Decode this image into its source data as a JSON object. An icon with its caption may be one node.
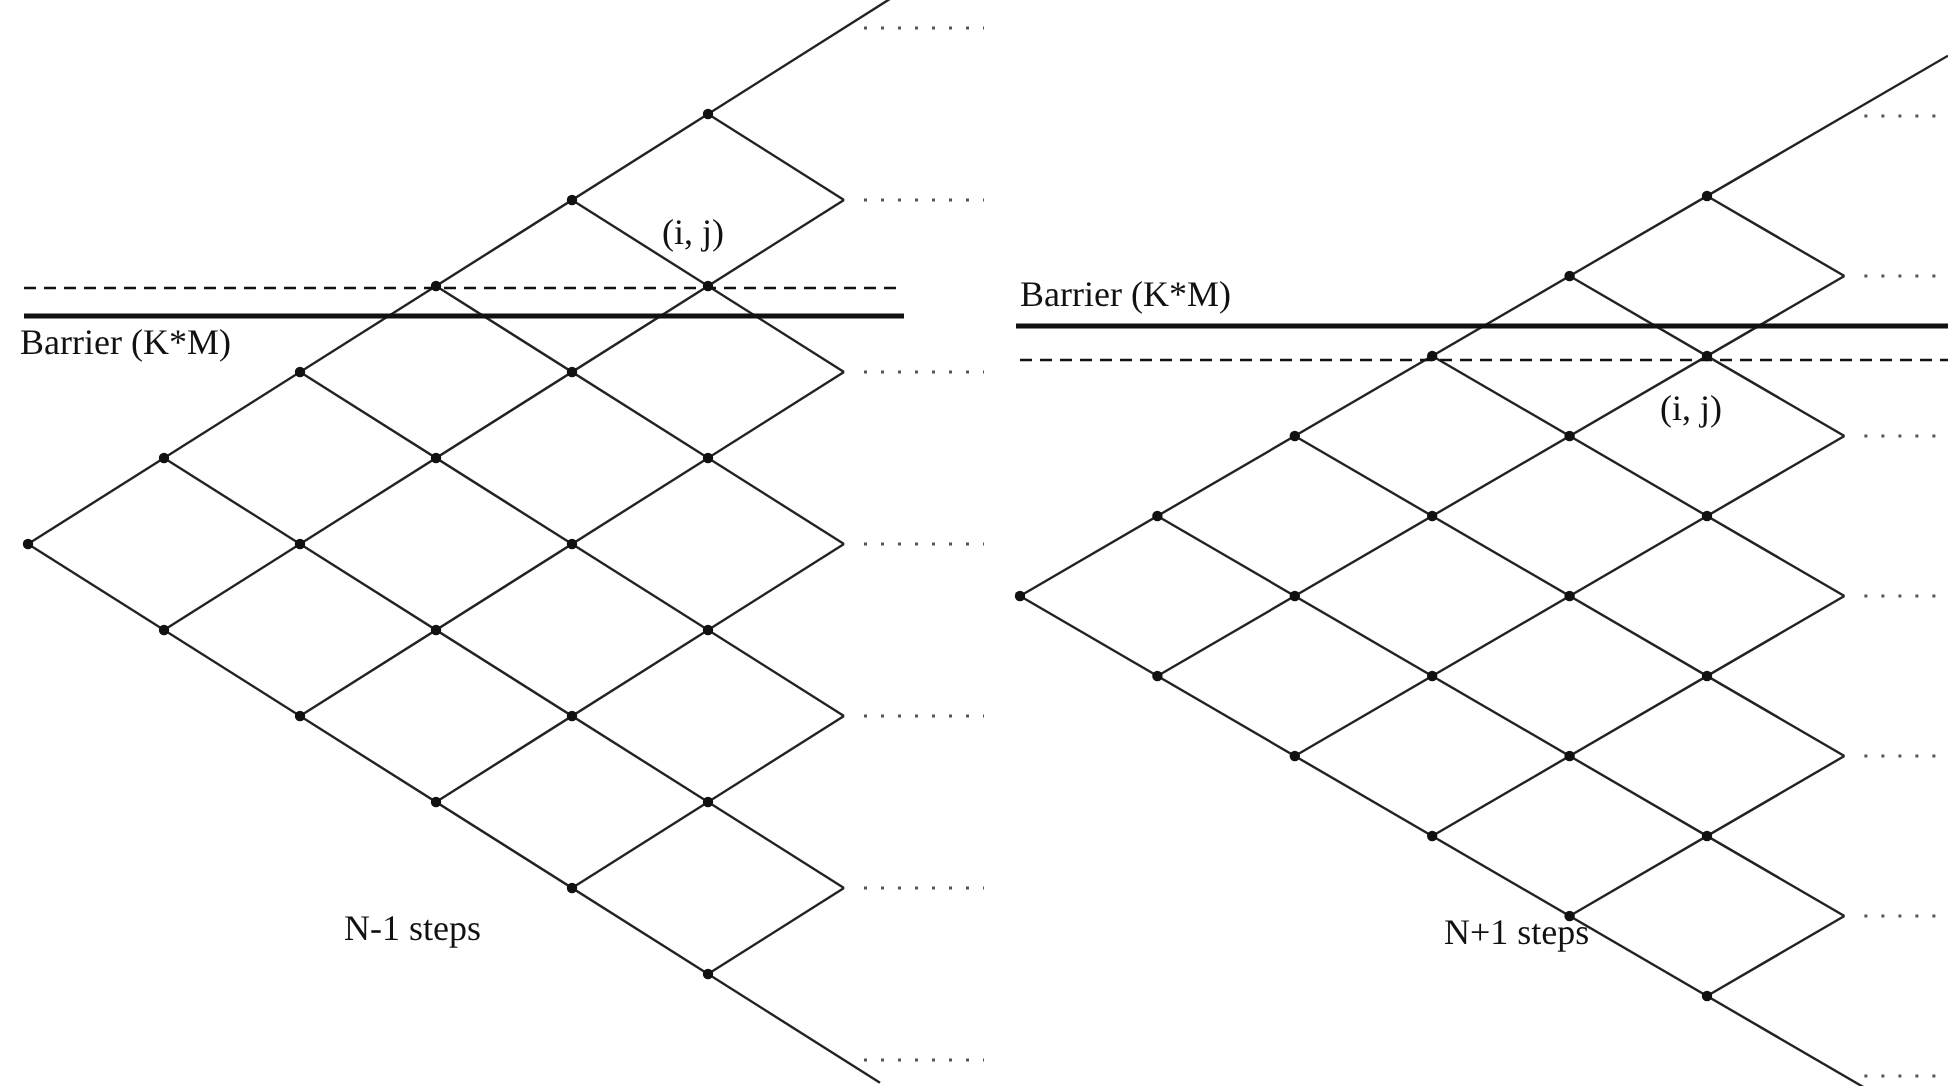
{
  "diagram": {
    "labels": [
      "(i, j)",
      "Barrier (K*M)",
      "N-1 steps",
      "Barrier (K*M)",
      "(i, j)",
      "N+1 steps"
    ]
  }
}
